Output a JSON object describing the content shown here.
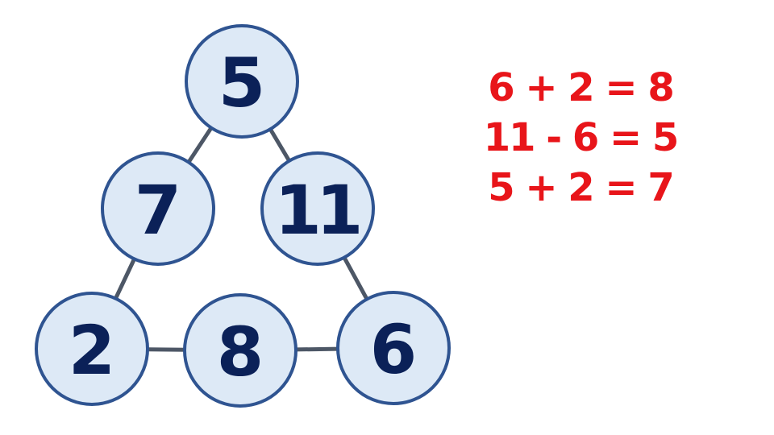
{
  "diagram": {
    "nodes": [
      {
        "id": "top",
        "value": "5"
      },
      {
        "id": "middle-left",
        "value": "7"
      },
      {
        "id": "middle-right",
        "value": "11"
      },
      {
        "id": "bottom-left",
        "value": "2"
      },
      {
        "id": "bottom-center",
        "value": "8"
      },
      {
        "id": "bottom-right",
        "value": "6"
      }
    ],
    "connections": [
      "top-to-middle-left",
      "top-to-middle-right",
      "middle-left-to-bottom-left",
      "middle-right-to-bottom-right",
      "bottom-left-to-bottom-center",
      "bottom-center-to-bottom-right"
    ]
  },
  "equations": {
    "lines": [
      "6 + 2 = 8",
      "11 - 6 = 5",
      "5 + 2 = 7"
    ]
  },
  "colors": {
    "background": "#ffffff",
    "circle_fill": "#dde9f6",
    "circle_border": "#2f5491",
    "number_text": "#0b2158",
    "connector_line": "#4d5766",
    "equation_text": "#e8151a"
  }
}
